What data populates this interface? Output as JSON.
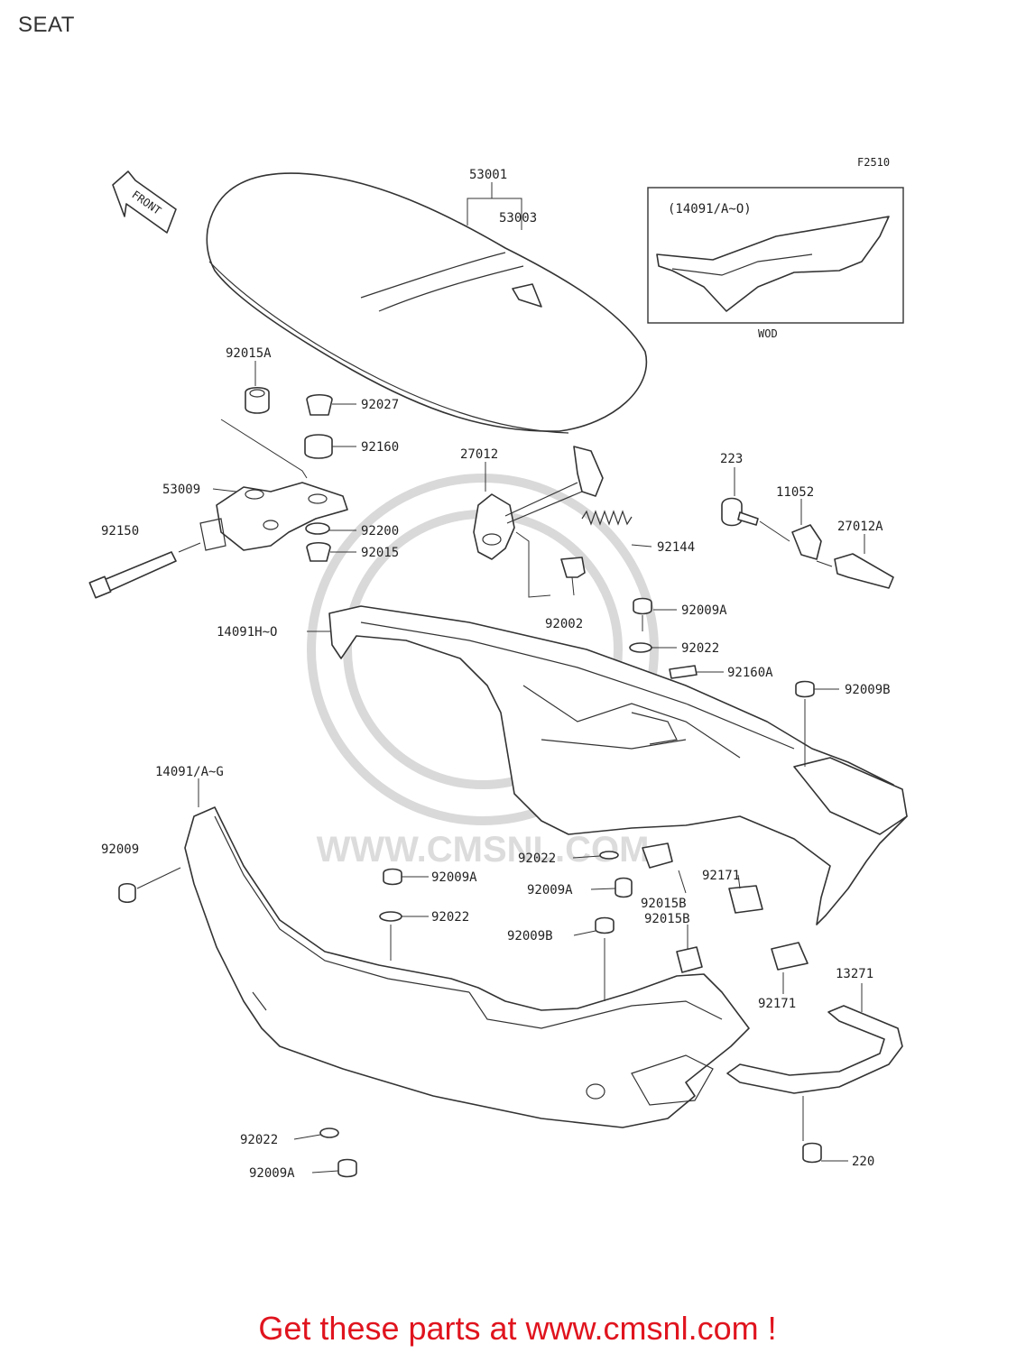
{
  "page": {
    "title": "SEAT",
    "figure_code": "F2510",
    "footer_cta": "Get these parts at www.cmsnl.com !"
  },
  "diagram": {
    "front_marker": "FRONT",
    "inset": {
      "label": "(14091/A~O)",
      "caption": "WOD"
    },
    "watermark": "WWW.CMSNL.COM",
    "callouts": {
      "c53001": "53001",
      "c53003": "53003",
      "c92015A": "92015A",
      "c92027": "92027",
      "c92160": "92160",
      "c53009": "53009",
      "c92200": "92200",
      "c92015": "92015",
      "c92150": "92150",
      "c27012": "27012",
      "c92144": "92144",
      "c92002": "92002",
      "c223": "223",
      "c11052": "11052",
      "c27012A": "27012A",
      "c14091HO": "14091H~O",
      "c92009A_1": "92009A",
      "c92022_1": "92022",
      "c92160A": "92160A",
      "c92009B_1": "92009B",
      "c14091AG": "14091/A~G",
      "c92009": "92009",
      "c92022_2": "92022",
      "c92009A_2": "92009A",
      "c92022_3": "92022",
      "c92009A_3": "92009A",
      "c92015B_1": "92015B",
      "c92171_1": "92171",
      "c92009B_2": "92009B",
      "c92015B_2": "92015B",
      "c92171_2": "92171",
      "c13271": "13271",
      "c92022_4": "92022",
      "c92009A_4": "92009A",
      "c220": "220"
    }
  }
}
